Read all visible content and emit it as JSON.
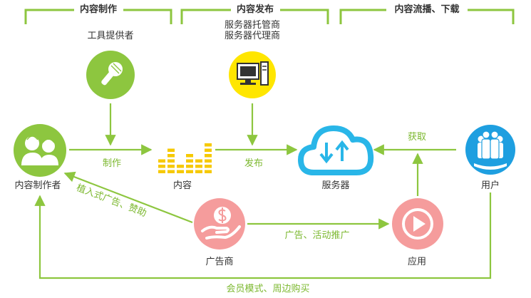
{
  "colors": {
    "line_green": "#8dc63f",
    "label_green": "#7cb82f",
    "node_green": "#8dc63f",
    "node_yellow": "#ffe600",
    "node_blue": "#1e9fe0",
    "node_pink": "#f59c9c",
    "bars_yellow": "#f6c900",
    "cloud_blue": "#29b6e8",
    "text_dark": "#333333"
  },
  "headers": {
    "production": "内容制作",
    "publishing": "内容发布",
    "distribution": "内容流播、下载"
  },
  "nodes": {
    "tool_provider": {
      "label": "工具提供者",
      "icon": "microphone-icon"
    },
    "server_hosting": {
      "label_line1": "服务器托管商",
      "label_line2": "服务器代理商",
      "icon": "computer-icon"
    },
    "content_creator": {
      "label": "内容制作者",
      "icon": "people-icon"
    },
    "content": {
      "label": "内容",
      "icon": "equalizer-bars-icon"
    },
    "server": {
      "label": "服务器",
      "icon": "cloud-updown-icon"
    },
    "user": {
      "label": "用户",
      "icon": "group-icon"
    },
    "advertiser": {
      "label": "广告商",
      "icon": "money-hand-icon"
    },
    "app": {
      "label": "应用",
      "icon": "play-icon"
    }
  },
  "edges": {
    "make": "制作",
    "publish": "发布",
    "obtain": "获取",
    "sponsor": "植入式广告、赞助",
    "promote": "广告、活动推广",
    "membership": "会员模式、周边购买"
  }
}
